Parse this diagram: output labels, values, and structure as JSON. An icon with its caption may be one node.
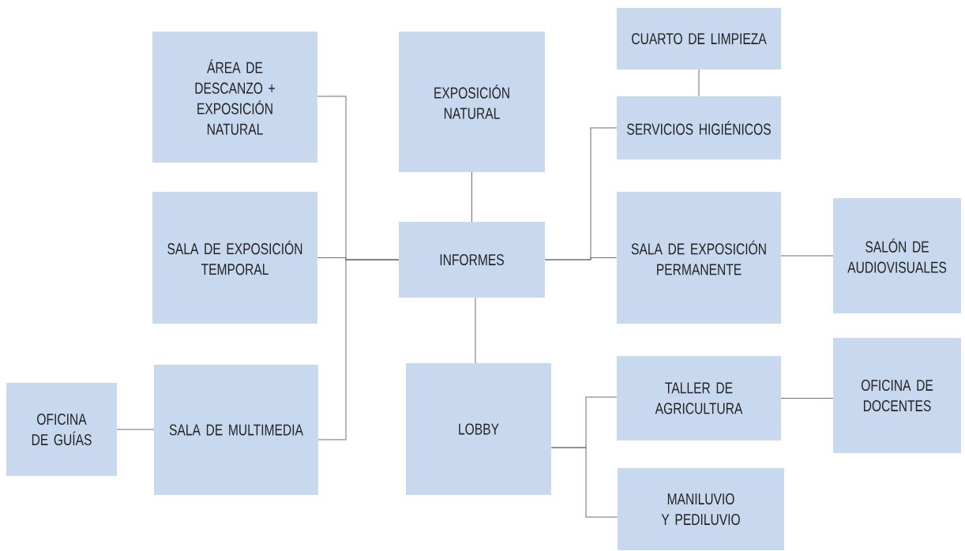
{
  "diagram": {
    "nodes": [
      {
        "text": [
          "ÁREA DE DESCANZO + EXPOSICIÓN NATURAL"
        ]
      },
      {
        "text": [
          "SALA DE EXPOSICIÓN TEMPORAL"
        ]
      },
      {
        "text": [
          "OFICINA DE GUÍAS"
        ]
      },
      {
        "text": [
          "SALA DE MULTIMEDIA"
        ]
      },
      {
        "text": [
          "EXPOSICIÓN NATURAL"
        ]
      },
      {
        "text": [
          "INFORMES"
        ]
      },
      {
        "text": [
          "LOBBY"
        ]
      },
      {
        "text": [
          "CUARTO DE LIMPIEZA"
        ]
      },
      {
        "text": [
          "SERVICIOS HIGIÉNICOS"
        ]
      },
      {
        "text": [
          "SALA DE EXPOSICIÓN PERMANENTE"
        ]
      },
      {
        "text": [
          "SALÓN DE AUDIOVISUALES"
        ]
      },
      {
        "text": [
          "TALLER DE AGRICULTURA"
        ]
      },
      {
        "text": [
          "OFICINA DE DOCENTES"
        ]
      },
      {
        "text": [
          "MANILUVIO Y PEDILUVIO"
        ]
      }
    ],
    "edges": [
      {
        "from": 5,
        "to": 0,
        "arrow": "none"
      },
      {
        "from": 5,
        "to": 1,
        "arrow": "none"
      },
      {
        "from": 5,
        "to": 3,
        "arrow": "none"
      },
      {
        "from": 2,
        "to": 3,
        "arrow": "none"
      },
      {
        "from": 4,
        "to": 5,
        "arrow": "none"
      },
      {
        "from": 5,
        "to": 6,
        "arrow": "none"
      },
      {
        "from": 7,
        "to": 8,
        "arrow": "none"
      },
      {
        "from": 5,
        "to": 8,
        "arrow": "none"
      },
      {
        "from": 5,
        "to": 9,
        "arrow": "none"
      },
      {
        "from": 9,
        "to": 10,
        "arrow": "none"
      },
      {
        "from": 6,
        "to": 11,
        "arrow": "none"
      },
      {
        "from": 6,
        "to": 13,
        "arrow": "none"
      },
      {
        "from": 11,
        "to": 12,
        "arrow": "none"
      }
    ]
  }
}
